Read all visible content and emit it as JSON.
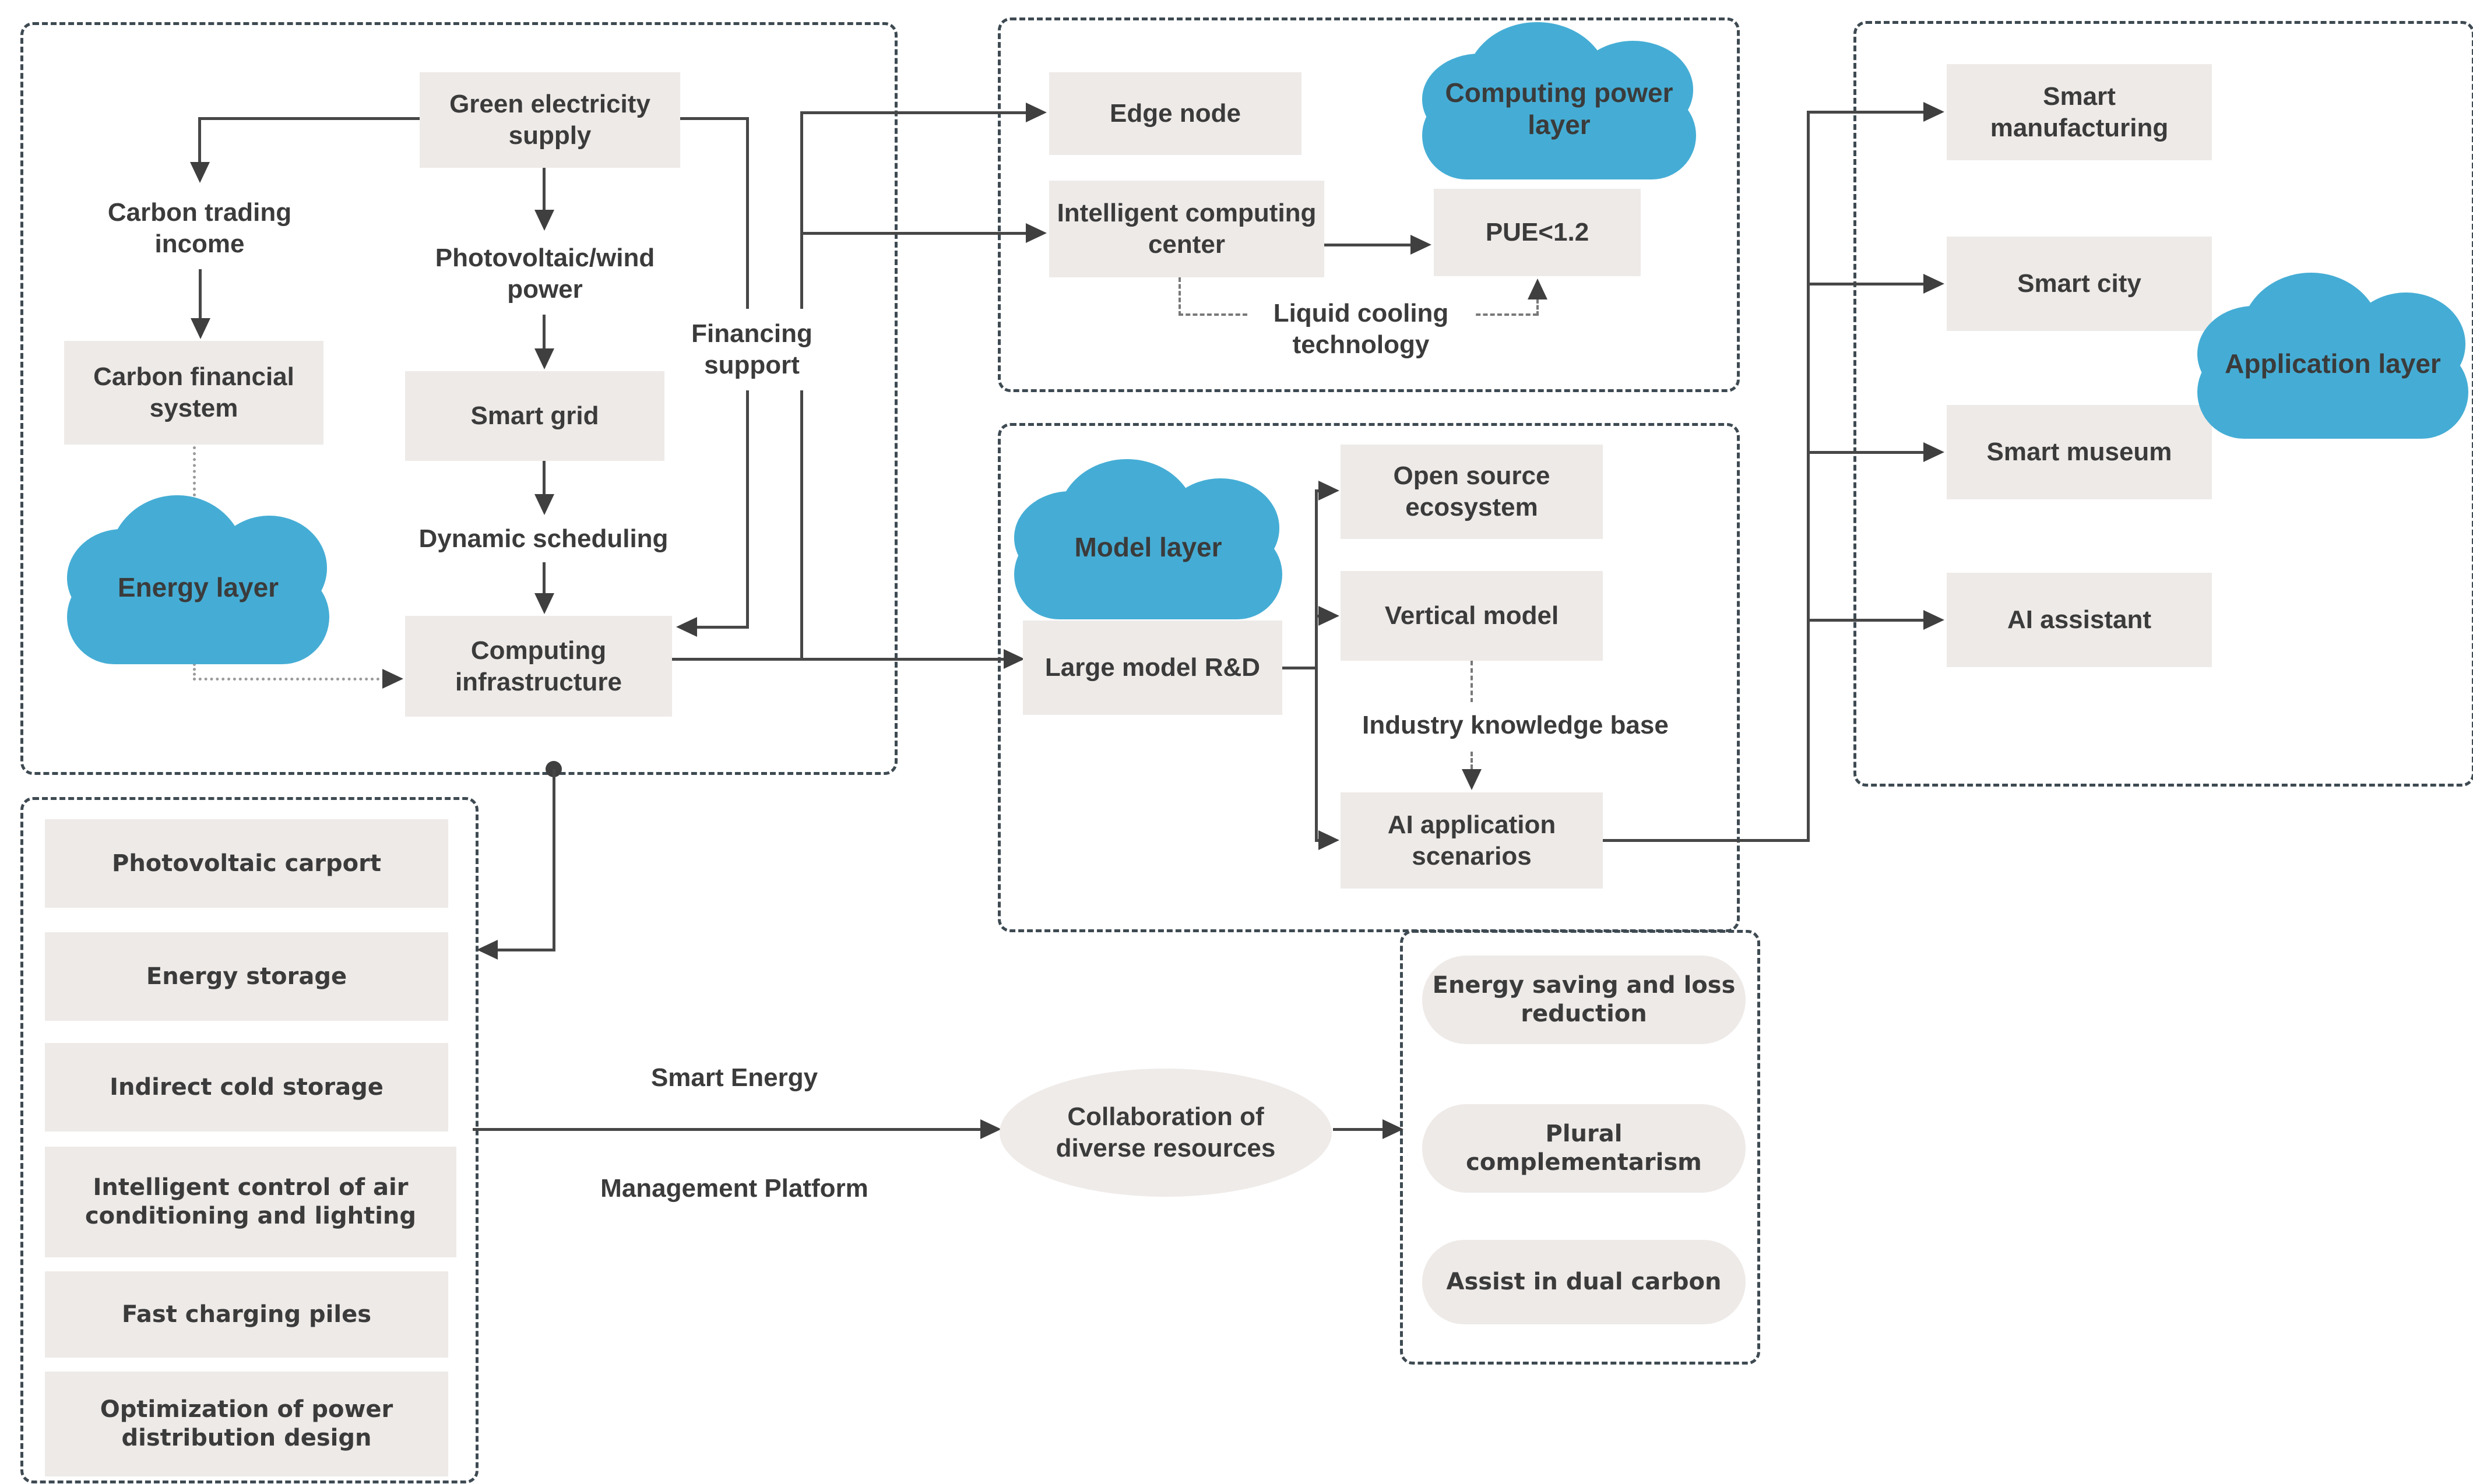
{
  "colors": {
    "background": "#ffffff",
    "node_fill": "#eeeae8",
    "cloud_fill": "#45add5",
    "panel_border": "#3e4a52",
    "line": "#474747",
    "text": "#3b3b3b"
  },
  "panels": {
    "energy": {
      "cloud_label": "Energy layer",
      "nodes": {
        "green_supply": "Green electricity supply",
        "carbon_trading": "Carbon trading income",
        "carbon_financial": "Carbon financial system",
        "pv_wind": "Photovoltaic/wind power",
        "smart_grid": "Smart grid",
        "dynamic_scheduling": "Dynamic scheduling",
        "computing_infra": "Computing infrastructure"
      },
      "edge_labels": {
        "financing": "Financing support"
      }
    },
    "computing_power": {
      "cloud_label": "Computing power layer",
      "nodes": {
        "edge_node": "Edge node",
        "intelligent_center": "Intelligent computing center",
        "pue": "PUE<1.2"
      },
      "edge_labels": {
        "liquid_cooling": "Liquid cooling technology"
      }
    },
    "model": {
      "cloud_label": "Model layer",
      "nodes": {
        "large_model": "Large model R&D",
        "open_source": "Open source ecosystem",
        "vertical_model": "Vertical model",
        "ai_scenarios": "AI application scenarios"
      },
      "edge_labels": {
        "industry_kb": "Industry knowledge base"
      }
    },
    "application": {
      "cloud_label": "Application layer",
      "nodes": {
        "smart_manufacturing": "Smart manufacturing",
        "smart_city": "Smart city",
        "smart_museum": "Smart museum",
        "ai_assistant": "AI assistant"
      }
    },
    "platform_components": {
      "nodes": {
        "pv_carport": "Photovoltaic carport",
        "energy_storage": "Energy storage",
        "indirect_cold": "Indirect cold storage",
        "intelligent_control": "Intelligent control of air conditioning and lighting",
        "fast_charging": "Fast charging piles",
        "power_distribution": "Optimization of power distribution design"
      }
    },
    "benefits": {
      "nodes": {
        "energy_saving": "Energy saving and loss reduction",
        "plural": "Plural complementarism",
        "dual_carbon": "Assist in dual carbon"
      }
    }
  },
  "platform": {
    "label_top": "Smart Energy",
    "label_bottom": "Management Platform",
    "hub_label": "Collaboration of diverse resources"
  }
}
